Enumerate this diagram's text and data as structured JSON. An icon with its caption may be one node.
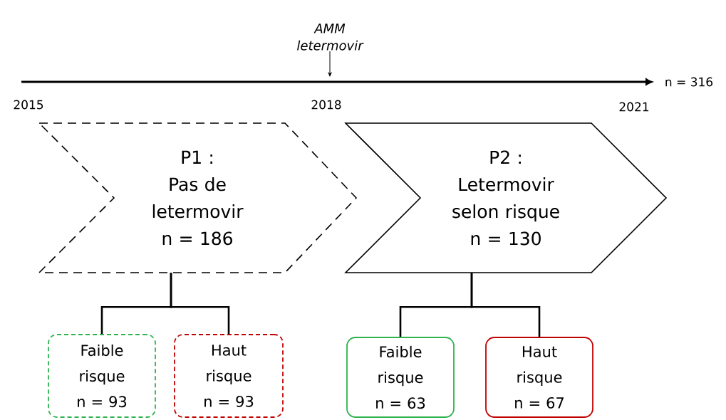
{
  "diagram": {
    "nodes": [
      {
        "text": [
          "P1 :",
          "Pas de letermovir",
          "n = 186"
        ]
      },
      {
        "text": [
          "Faible risque",
          "n = 93"
        ]
      },
      {
        "text": [
          "Haut risque",
          "n = 93"
        ]
      },
      {
        "text": [
          "P2 :",
          "Letermovir selon risque",
          "n = 130"
        ]
      },
      {
        "text": [
          "Faible risque",
          "n = 63"
        ]
      },
      {
        "text": [
          "Haut risque",
          "n = 67"
        ]
      },
      {
        "text": [
          "AMM letermovir"
        ]
      }
    ],
    "edges": [
      {
        "from": 0,
        "to": 1,
        "arrow": "none"
      },
      {
        "from": 0,
        "to": 2,
        "arrow": "none"
      },
      {
        "from": 3,
        "to": 4,
        "arrow": "none"
      },
      {
        "from": 3,
        "to": 5,
        "arrow": "none"
      },
      {
        "from": 6,
        "to": null,
        "arrow": "to"
      }
    ],
    "labels": [
      "2015",
      "2018",
      "2021",
      "n = 316"
    ]
  }
}
